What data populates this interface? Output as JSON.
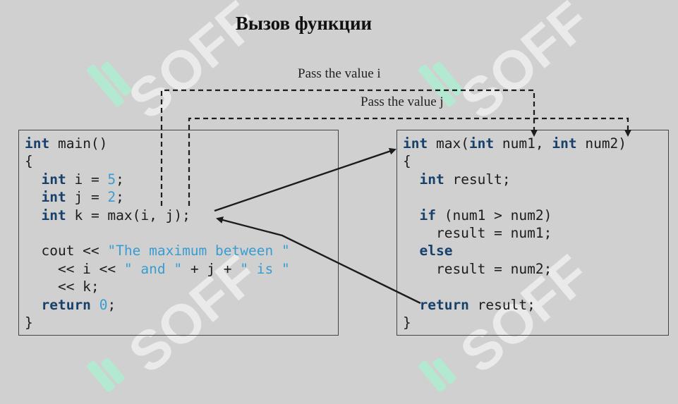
{
  "title": "Вызов функции",
  "watermark_text": "SOFF",
  "labels": {
    "pass_i": "Pass the value i",
    "pass_j": "Pass the value j"
  },
  "colors": {
    "background": "#d0d0d0",
    "keyword": "#17406b",
    "literal": "#3a9ccf",
    "watermark": "#aaf0d2"
  },
  "main_code": [
    [
      {
        "t": "int",
        "c": "kw"
      },
      {
        "t": " main()"
      }
    ],
    [
      {
        "t": "{"
      }
    ],
    [
      {
        "t": "  "
      },
      {
        "t": "int",
        "c": "kw"
      },
      {
        "t": " i = "
      },
      {
        "t": "5",
        "c": "num"
      },
      {
        "t": ";"
      }
    ],
    [
      {
        "t": "  "
      },
      {
        "t": "int",
        "c": "kw"
      },
      {
        "t": " j = "
      },
      {
        "t": "2",
        "c": "num"
      },
      {
        "t": ";"
      }
    ],
    [
      {
        "t": "  "
      },
      {
        "t": "int",
        "c": "kw"
      },
      {
        "t": " k = max(i, j);"
      }
    ],
    [
      {
        "t": ""
      }
    ],
    [
      {
        "t": "  cout << "
      },
      {
        "t": "\"The maximum between \"",
        "c": "str"
      }
    ],
    [
      {
        "t": "    << i << "
      },
      {
        "t": "\" and \"",
        "c": "str"
      },
      {
        "t": " + j + "
      },
      {
        "t": "\" is \"",
        "c": "str"
      }
    ],
    [
      {
        "t": "    << k;"
      }
    ],
    [
      {
        "t": "  "
      },
      {
        "t": "return",
        "c": "kw"
      },
      {
        "t": " "
      },
      {
        "t": "0",
        "c": "num"
      },
      {
        "t": ";"
      }
    ],
    [
      {
        "t": "}"
      }
    ]
  ],
  "max_code": [
    [
      {
        "t": "int",
        "c": "kw"
      },
      {
        "t": " max("
      },
      {
        "t": "int",
        "c": "kw"
      },
      {
        "t": " num1, "
      },
      {
        "t": "int",
        "c": "kw"
      },
      {
        "t": " num2)"
      }
    ],
    [
      {
        "t": "{"
      }
    ],
    [
      {
        "t": "  "
      },
      {
        "t": "int",
        "c": "kw"
      },
      {
        "t": " result;"
      }
    ],
    [
      {
        "t": ""
      }
    ],
    [
      {
        "t": "  "
      },
      {
        "t": "if",
        "c": "kw"
      },
      {
        "t": " (num1 > num2)"
      }
    ],
    [
      {
        "t": "    result = num1;"
      }
    ],
    [
      {
        "t": "  "
      },
      {
        "t": "else",
        "c": "kw"
      }
    ],
    [
      {
        "t": "    result = num2;"
      }
    ],
    [
      {
        "t": ""
      }
    ],
    [
      {
        "t": "  "
      },
      {
        "t": "return",
        "c": "kw"
      },
      {
        "t": " result;"
      }
    ],
    [
      {
        "t": "}"
      }
    ]
  ]
}
